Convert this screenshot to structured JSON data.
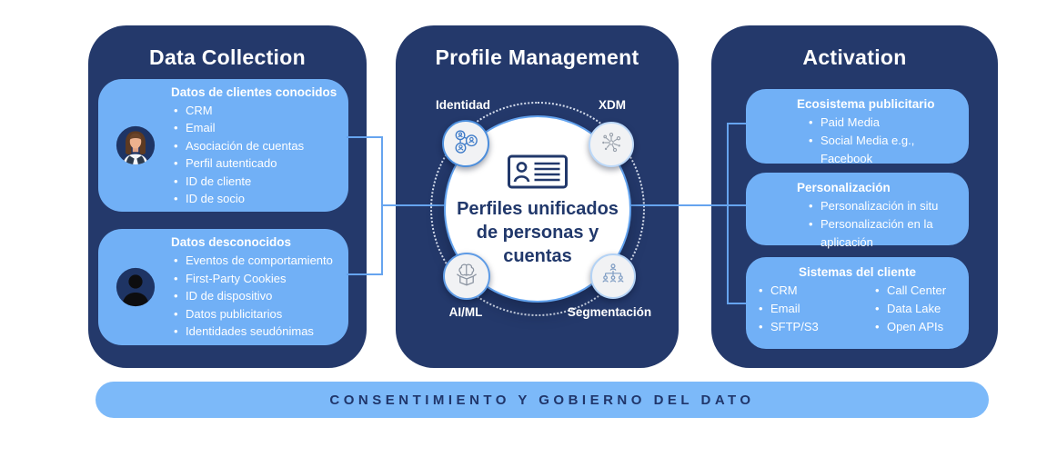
{
  "colors": {
    "panel_navy": "#24396B",
    "card_blue": "#71B0F6",
    "banner_blue": "#7CB9F9",
    "connector_blue": "#66A4EF",
    "hub_text_navy": "#21386B",
    "text_white": "#FFFFFF"
  },
  "panels": {
    "data_collection": {
      "title": "Data Collection",
      "cards": [
        {
          "heading": "Datos de clientes conocidos",
          "avatar": "woman-avatar-icon",
          "items": [
            "CRM",
            "Email",
            "Asociación de cuentas",
            "Perfil autenticado",
            "ID de cliente",
            "ID de socio"
          ]
        },
        {
          "heading": "Datos desconocidos",
          "avatar": "person-silhouette-avatar-icon",
          "items": [
            "Eventos de comportamiento",
            "First-Party Cookies",
            "ID de dispositivo",
            "Datos publicitarios",
            "Identidades seudónimas"
          ]
        }
      ]
    },
    "profile_management": {
      "title": "Profile Management",
      "hub": {
        "icon": "profile-card-icon",
        "lines": [
          "Perfiles unificados",
          "de personas y",
          "cuentas"
        ]
      },
      "satellites": [
        {
          "label": "Identidad",
          "icon": "identity-graph-icon"
        },
        {
          "label": "XDM",
          "icon": "xdm-schema-icon"
        },
        {
          "label": "AI/ML",
          "icon": "ai-ml-icon"
        },
        {
          "label": "Segmentación",
          "icon": "segmentation-icon"
        }
      ]
    },
    "activation": {
      "title": "Activation",
      "cards": [
        {
          "heading": "Ecosistema publicitario",
          "items": [
            "Paid Media",
            "Social Media e.g., Facebook"
          ]
        },
        {
          "heading": "Personalización",
          "items": [
            "Personalización in situ",
            "Personalización en la aplicación"
          ]
        },
        {
          "heading": "Sistemas del cliente",
          "items_col1": [
            "CRM",
            "Email",
            "SFTP/S3"
          ],
          "items_col2": [
            "Call Center",
            "Data Lake",
            "Open APIs"
          ]
        }
      ]
    }
  },
  "banner": {
    "label": "CONSENTIMIENTO Y GOBIERNO DEL DATO"
  }
}
